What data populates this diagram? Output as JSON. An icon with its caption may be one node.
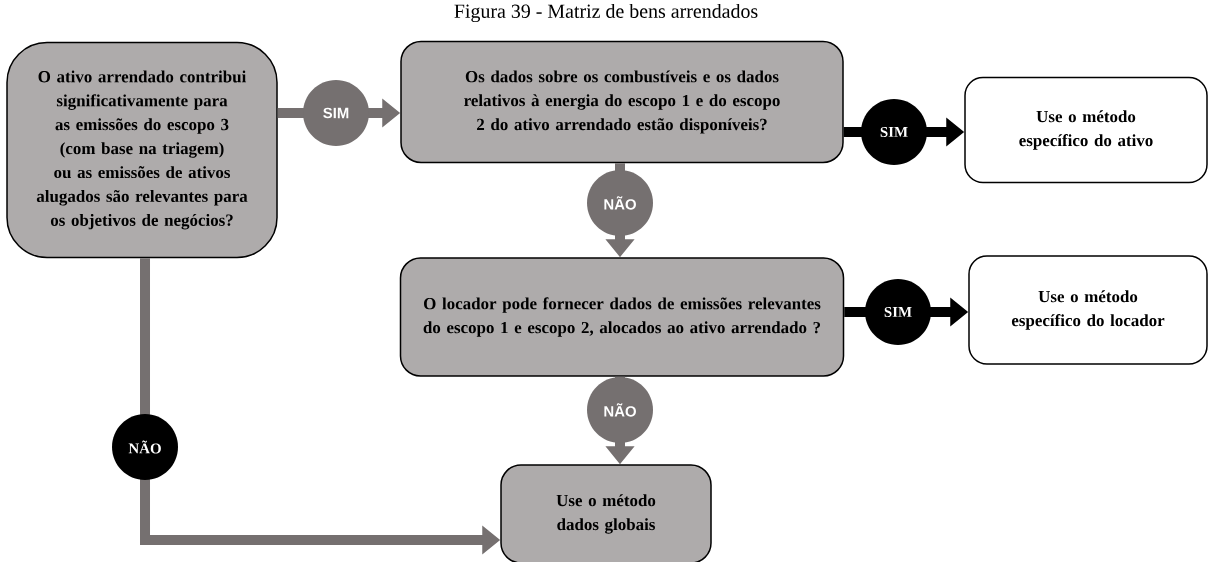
{
  "diagram": {
    "title": "Figura 39 - Matriz de bens arrendados",
    "nodes": [
      {
        "text": [
          "O ativo arrendado contribui significativamente para as emissões do escopo 3 (com base na triagem) ou as emissões de ativos alugados são relevantes para os objetivos de negócios?"
        ]
      },
      {
        "text": [
          "Os dados sobre os combustíveis e os dados relativos à energia do escopo 1 e do escopo 2 do ativo arrendado estão disponíveis?"
        ]
      },
      {
        "text": [
          "Use o método específico do ativo"
        ]
      },
      {
        "text": [
          "O locador pode fornecer dados de emissões relevantes do escopo 1 e escopo 2, alocados ao ativo arrendado ?"
        ]
      },
      {
        "text": [
          "Use o método específico do locador"
        ]
      },
      {
        "text": [
          "Use o método dados globais"
        ]
      }
    ],
    "edges": [
      {
        "from": 0,
        "to": 1,
        "arrow": "to",
        "label": "SIM"
      },
      {
        "from": 1,
        "to": 2,
        "arrow": "to",
        "label": "SIM",
        "color": "#000000"
      },
      {
        "from": 1,
        "to": 3,
        "arrow": "to",
        "label": "NÃO"
      },
      {
        "from": 3,
        "to": 4,
        "arrow": "to",
        "label": "SIM",
        "color": "#000000"
      },
      {
        "from": 3,
        "to": 5,
        "arrow": "to",
        "label": "NÃO"
      },
      {
        "from": 0,
        "to": 5,
        "arrow": "to",
        "label": "NÃO"
      }
    ]
  }
}
